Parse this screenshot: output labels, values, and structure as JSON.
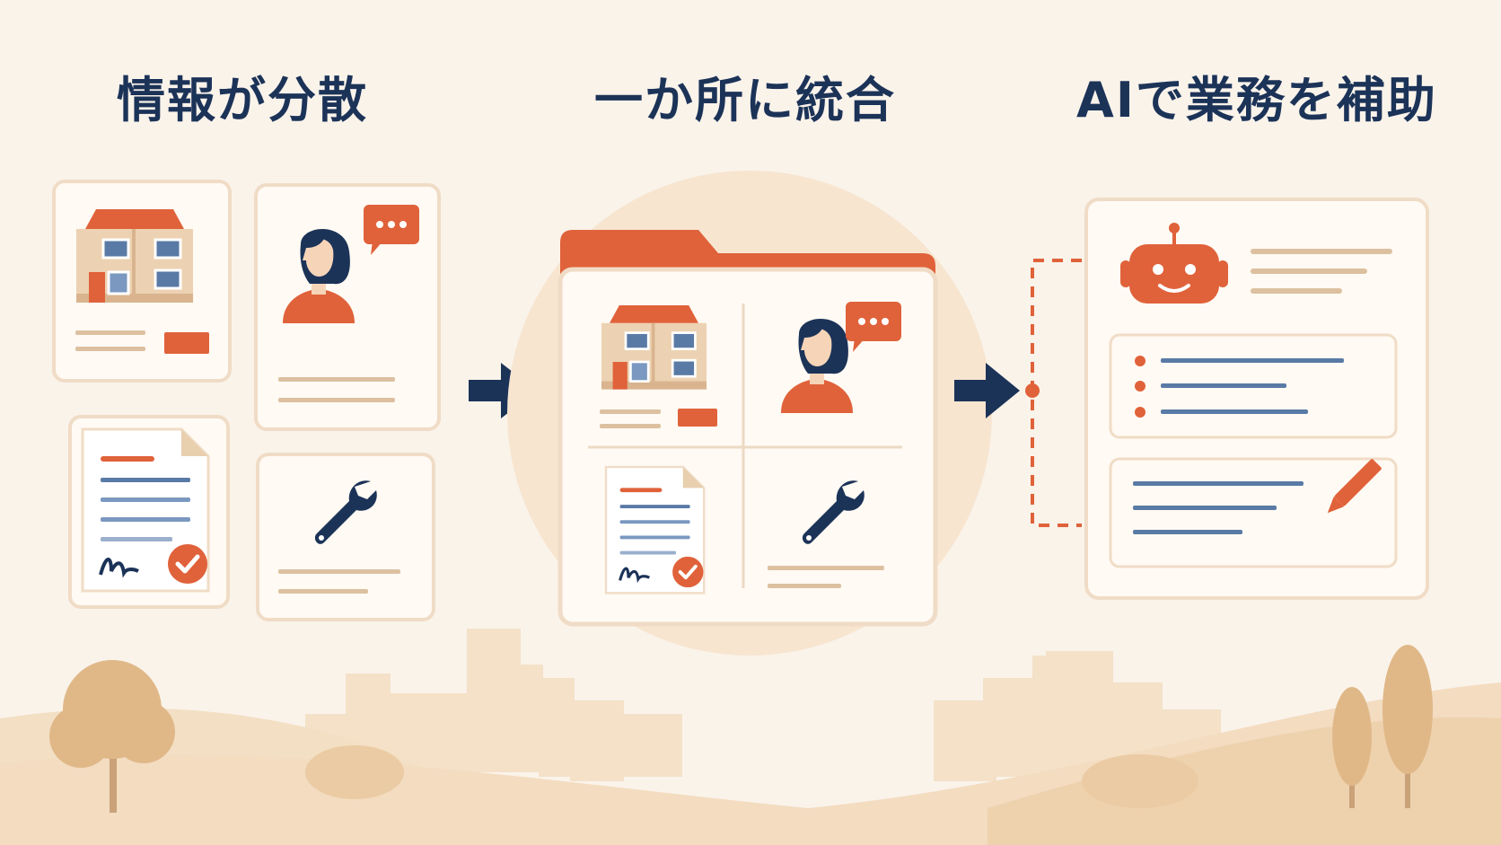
{
  "titles": {
    "scattered": "情報が分散",
    "integrated": "一か所に統合",
    "ai_assist": "AIで業務を補助"
  },
  "icons": [
    "house-icon",
    "person-icon",
    "chat-bubble-icon",
    "document-icon",
    "signature-icon",
    "checkmark-icon",
    "wrench-icon",
    "folder-icon",
    "arrow-right-icon",
    "robot-icon",
    "pencil-icon"
  ],
  "colors": {
    "background": "#faf3ea",
    "accent_orange": "#e0623a",
    "navy": "#1c3358",
    "card_border": "#f0dcc6",
    "tan": "#dcc0a0",
    "slate_blue": "#5a7aa6",
    "landscape": "#f3d9b8"
  }
}
